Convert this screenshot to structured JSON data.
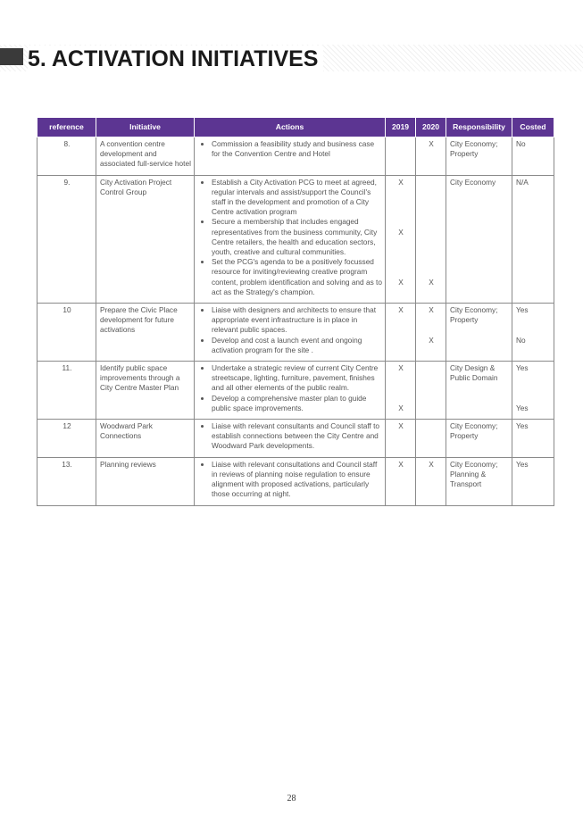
{
  "title": "5. ACTIVATION INITIATIVES",
  "colors": {
    "header_bg": "#5c3592",
    "header_text": "#ffffff",
    "title_block": "#3a3a3a"
  },
  "table": {
    "headers": [
      "reference",
      "Initiative",
      "Actions",
      "2019",
      "2020",
      "Responsibility",
      "Costed"
    ],
    "rows": [
      {
        "reference": "8.",
        "initiative": "A convention centre development and associated full-service hotel",
        "actions": [
          "Commission a feasibility study and business case for the Convention Centre and Hotel"
        ],
        "y2019": "",
        "y2020": "X",
        "responsibility": "City Economy; Property",
        "costed": "No"
      },
      {
        "reference": "9.",
        "initiative": "City Activation Project Control Group",
        "actions": [
          "Establish a City Activation PCG to meet at agreed, regular intervals and assist/support the Council's staff in the development and promotion of a City Centre activation program",
          "Secure a membership that includes engaged representatives from the business community, City Centre retailers, the health and education sectors, youth, creative and cultural communities.",
          "Set the PCG's agenda to be a positively focussed resource for inviting/reviewing creative program content, problem identification and solving and as to act as the Strategy's champion."
        ],
        "y2019": "X\n\n\n\n\nX\n\n\n\n\nX",
        "y2020": "\n\n\n\n\n\n\n\n\n\nX",
        "responsibility": "City Economy",
        "costed": "N/A"
      },
      {
        "reference": "10",
        "initiative": "Prepare the Civic Place development for future activations",
        "actions": [
          "Liaise with designers and architects to ensure that appropriate event infrastructure is in place in relevant public spaces.",
          "Develop and cost a launch event and ongoing activation program for the site ."
        ],
        "y2019": "X",
        "y2020": "X\n\n\nX",
        "responsibility": "City Economy; Property",
        "costed": "Yes\n\n\nNo"
      },
      {
        "reference": "11.",
        "initiative": "Identify public space improvements through a City Centre Master Plan",
        "actions": [
          "Undertake a strategic review of current City Centre streetscape, lighting, furniture, pavement, finishes and all other elements of the public realm.",
          "Develop a comprehensive master plan to guide public space improvements."
        ],
        "y2019": "X\n\n\n\nX",
        "y2020": "",
        "responsibility": "City Design & Public Domain",
        "costed": "Yes\n\n\n\nYes"
      },
      {
        "reference": "12",
        "initiative": "Woodward Park Connections",
        "actions": [
          "Liaise with relevant consultants and Council staff to establish connections between the City Centre and Woodward Park developments."
        ],
        "y2019": "X",
        "y2020": "",
        "responsibility": "City Economy; Property",
        "costed": "Yes"
      },
      {
        "reference": "13.",
        "initiative": "Planning reviews",
        "actions": [
          "Liaise with relevant consultations and Council staff in reviews of planning noise regulation to ensure alignment with proposed activations, particularly those occurring at night."
        ],
        "y2019": "X",
        "y2020": "X",
        "responsibility": "City Economy; Planning & Transport",
        "costed": "Yes"
      }
    ]
  },
  "page_number": "28"
}
